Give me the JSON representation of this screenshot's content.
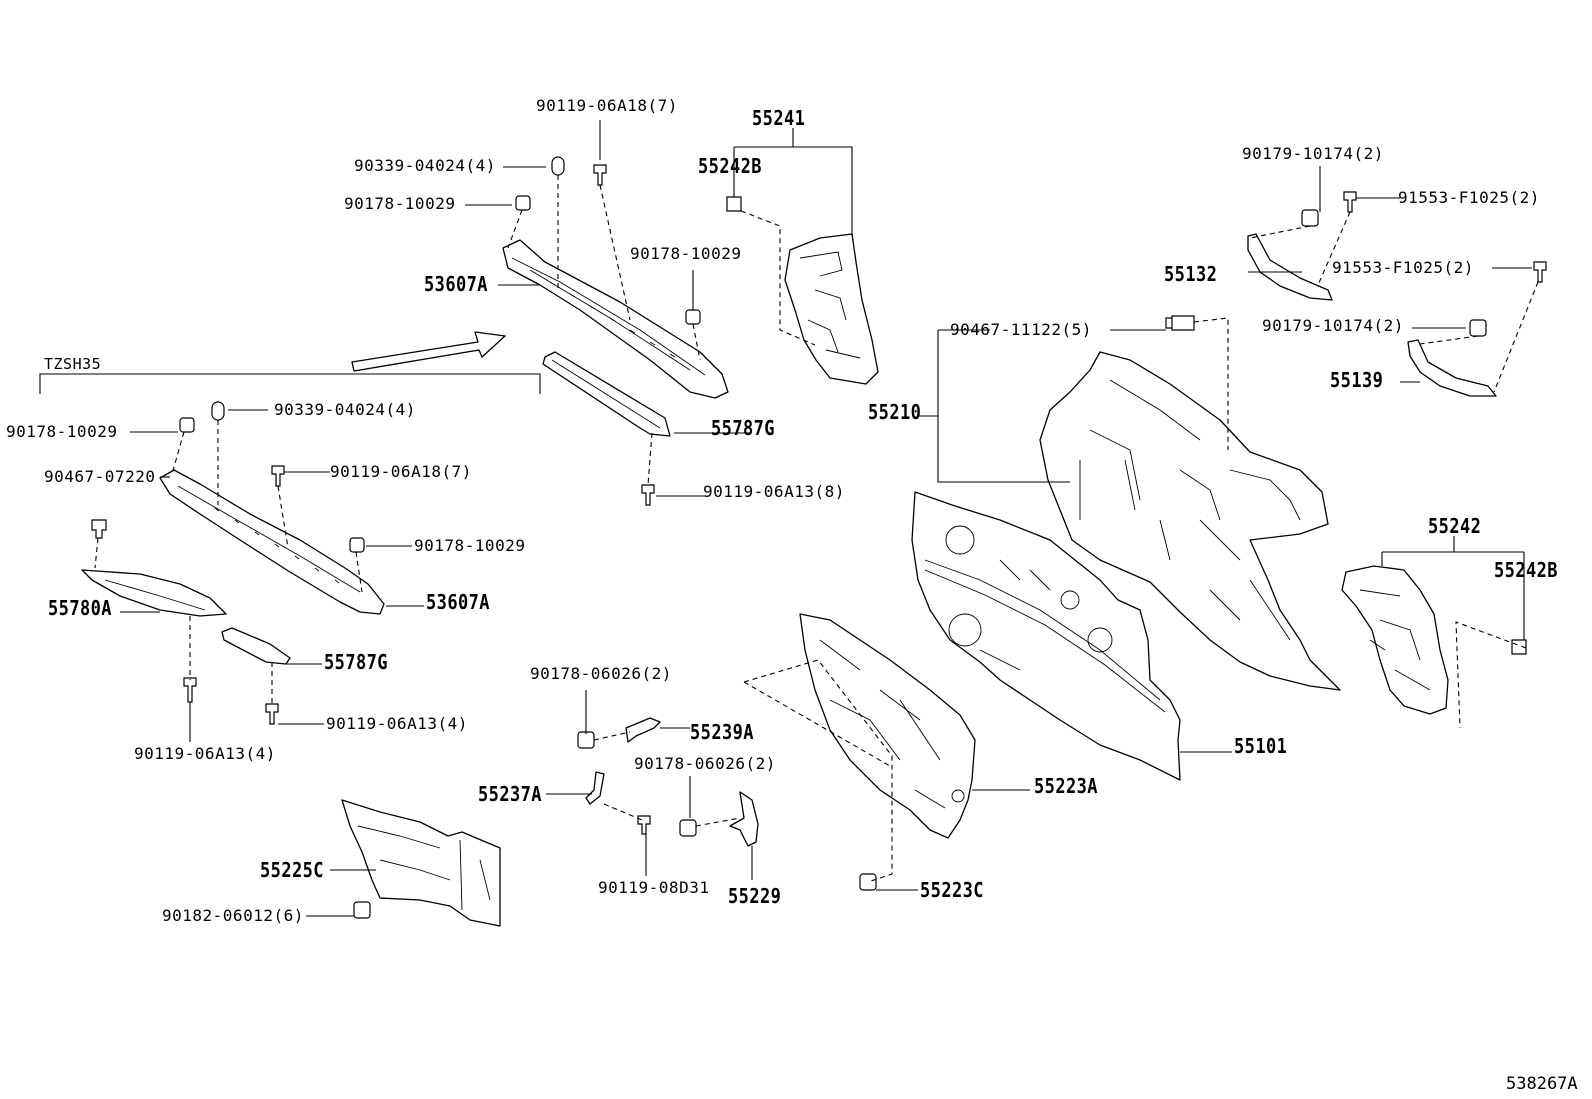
{
  "diagram_id": "538267A",
  "group_label": "TZSH35",
  "labels": {
    "l_90119_06A18_top": "90119-06A18(7)",
    "l_90339_top": "90339-04024(4)",
    "l_90178_top": "90178-10029",
    "l_53607A_top": "53607A",
    "l_90178_mid": "90178-10029",
    "l_55241": "55241",
    "l_55242B_top": "55242B",
    "l_55787G_top": "55787G",
    "l_90119_06A13_8": "90119-06A13(8)",
    "l_90179_top": "90179-10174(2)",
    "l_91553_top": "91553-F1025(2)",
    "l_55132": "55132",
    "l_91553_mid": "91553-F1025(2)",
    "l_90179_mid": "90179-10174(2)",
    "l_55139": "55139",
    "l_90467_11122": "90467-11122(5)",
    "l_55210": "55210",
    "l_90178_left": "90178-10029",
    "l_90339_left": "90339-04024(4)",
    "l_90467_07220": "90467-07220",
    "l_90119_06A18_left": "90119-06A18(7)",
    "l_90178_left2": "90178-10029",
    "l_55780A": "55780A",
    "l_53607A_left": "53607A",
    "l_55787G_left": "55787G",
    "l_90119_06A13_4a": "90119-06A13(4)",
    "l_90119_06A13_4b": "90119-06A13(4)",
    "l_55242": "55242",
    "l_55242B_right": "55242B",
    "l_90178_06026_a": "90178-06026(2)",
    "l_55239A": "55239A",
    "l_55237A": "55237A",
    "l_90178_06026_b": "90178-06026(2)",
    "l_55101": "55101",
    "l_55223A": "55223A",
    "l_55225C": "55225C",
    "l_90119_08D31": "90119-08D31",
    "l_55229": "55229",
    "l_55223C": "55223C",
    "l_90182": "90182-06012(6)"
  }
}
